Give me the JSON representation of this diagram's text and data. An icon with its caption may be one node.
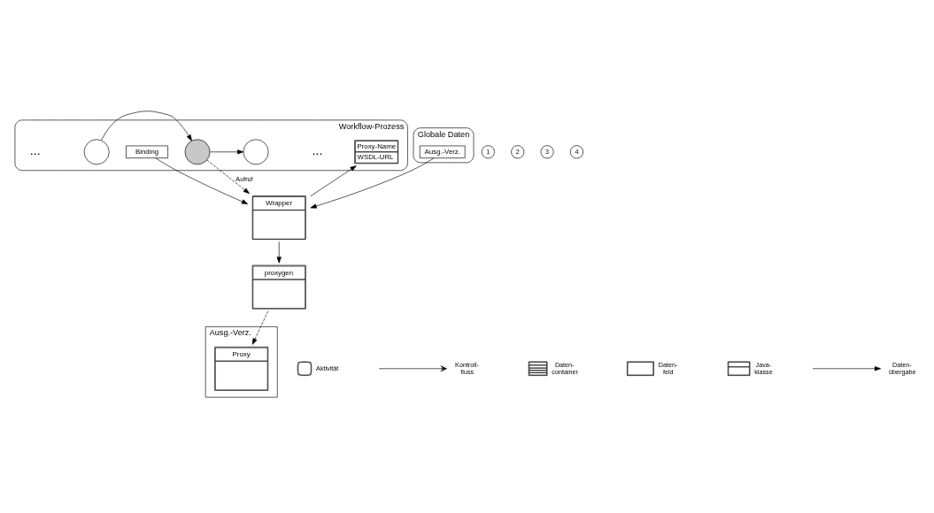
{
  "diagram": {
    "nodes": [
      {
        "text": [
          "Workflow-Prozess"
        ]
      },
      {
        "text": [],
        "shape": "circle",
        "in": 0
      },
      {
        "text": [
          "Binding"
        ],
        "in": 0
      },
      {
        "text": [],
        "shape": "circle",
        "in": 0
      },
      {
        "text": [
          "Proxy-Name",
          "WSDL-URL"
        ],
        "in": 0
      },
      {
        "text": [],
        "shape": "circle",
        "in": 0
      },
      {
        "text": [
          "Globale Daten"
        ]
      },
      {
        "text": [
          "Ausg.-Verz."
        ],
        "in": 6
      },
      {
        "text": [
          "Wrapper"
        ]
      },
      {
        "text": [
          "proxygen"
        ]
      },
      {
        "text": [
          "Ausg.-Verz."
        ]
      },
      {
        "text": [
          "Proxy"
        ],
        "in": 10
      },
      {
        "text": [
          "1"
        ]
      },
      {
        "text": [
          "2"
        ]
      },
      {
        "text": [
          "3"
        ]
      },
      {
        "text": [
          "4"
        ]
      }
    ],
    "edges": [
      {
        "from": 1,
        "to": 3,
        "arrow": "to"
      },
      {
        "from": 3,
        "to": 5,
        "arrow": "to"
      },
      {
        "from": 3,
        "to": 8,
        "arrow": "to",
        "label": "Aufruf",
        "style": "dashed"
      },
      {
        "from": 2,
        "to": 8,
        "arrow": "to"
      },
      {
        "from": 7,
        "to": 8,
        "arrow": "to"
      },
      {
        "from": 8,
        "to": 4,
        "arrow": "to"
      },
      {
        "from": 8,
        "to": 9,
        "arrow": "to"
      },
      {
        "from": 9,
        "to": 11,
        "arrow": "to",
        "style": "dashed"
      }
    ],
    "labels": [
      "...",
      "..."
    ],
    "legend": [
      {
        "text": "Aktivität"
      },
      {
        "text": "Kontroll- fluss"
      },
      {
        "text": "Daten- container"
      },
      {
        "text": "Daten- feld"
      },
      {
        "text": "Java- klasse"
      },
      {
        "text": "Daten- übergabe"
      }
    ]
  }
}
